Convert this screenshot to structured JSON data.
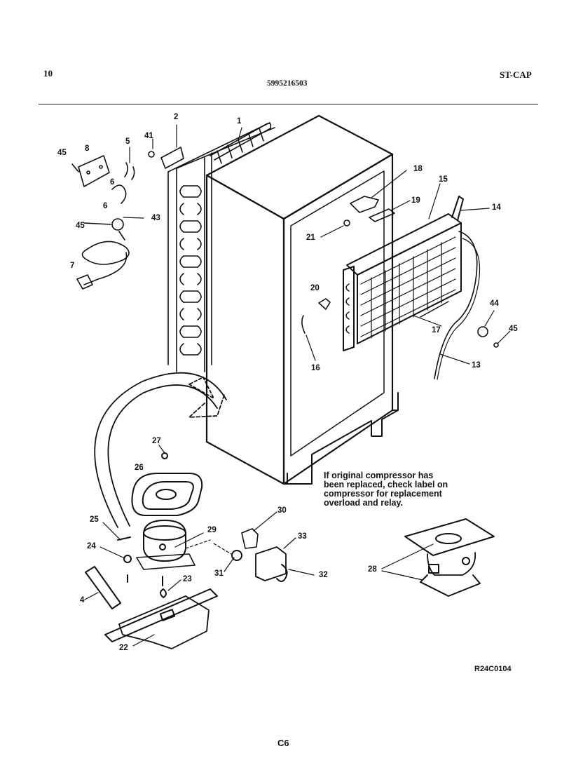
{
  "header": {
    "page_number": "10",
    "part_number": "5995216503",
    "model_code": "ST-CAP"
  },
  "note_lines": [
    "If original compressor has",
    "been replaced, check label on",
    "compressor for replacement",
    "overload and relay."
  ],
  "drawing_code": "R24C0104",
  "page_code": "C6",
  "callouts": [
    {
      "id": "c1",
      "text": "1"
    },
    {
      "id": "c2",
      "text": "2"
    },
    {
      "id": "c41",
      "text": "41"
    },
    {
      "id": "c45a",
      "text": "45"
    },
    {
      "id": "c8",
      "text": "8"
    },
    {
      "id": "c5",
      "text": "5"
    },
    {
      "id": "c6a",
      "text": "6"
    },
    {
      "id": "c6b",
      "text": "6"
    },
    {
      "id": "c45b",
      "text": "45"
    },
    {
      "id": "c43",
      "text": "43"
    },
    {
      "id": "c7",
      "text": "7"
    },
    {
      "id": "c18",
      "text": "18"
    },
    {
      "id": "c15",
      "text": "15"
    },
    {
      "id": "c19",
      "text": "19"
    },
    {
      "id": "c14",
      "text": "14"
    },
    {
      "id": "c21",
      "text": "21"
    },
    {
      "id": "c20",
      "text": "20"
    },
    {
      "id": "c17",
      "text": "17"
    },
    {
      "id": "c44",
      "text": "44"
    },
    {
      "id": "c45c",
      "text": "45"
    },
    {
      "id": "c16",
      "text": "16"
    },
    {
      "id": "c13",
      "text": "13"
    },
    {
      "id": "c27",
      "text": "27"
    },
    {
      "id": "c26",
      "text": "26"
    },
    {
      "id": "c25",
      "text": "25"
    },
    {
      "id": "c29",
      "text": "29"
    },
    {
      "id": "c30",
      "text": "30"
    },
    {
      "id": "c33",
      "text": "33"
    },
    {
      "id": "c24",
      "text": "24"
    },
    {
      "id": "c31",
      "text": "31"
    },
    {
      "id": "c32",
      "text": "32"
    },
    {
      "id": "c23",
      "text": "23"
    },
    {
      "id": "c4",
      "text": "4"
    },
    {
      "id": "c28",
      "text": "28"
    },
    {
      "id": "c22",
      "text": "22"
    }
  ]
}
